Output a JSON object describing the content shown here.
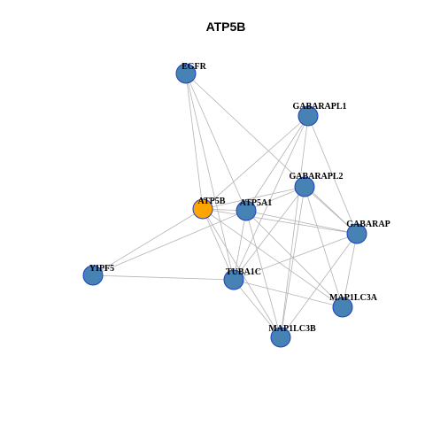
{
  "title": "ATP5B",
  "colors": {
    "focus_node": "#ffa500",
    "node": "#4682b4",
    "node_border": "#1f3fbf",
    "edge": "#b3b3b3"
  },
  "nodes": [
    {
      "id": "EGFR",
      "label": "EGFR",
      "focus": false
    },
    {
      "id": "GABARAPL1",
      "label": "GABARAPL1",
      "focus": false
    },
    {
      "id": "GABARAPL2",
      "label": "GABARAPL2",
      "focus": false
    },
    {
      "id": "ATP5B",
      "label": "ATP5B",
      "focus": true
    },
    {
      "id": "ATP5A1",
      "label": "ATP5A1",
      "focus": false
    },
    {
      "id": "GABARAP",
      "label": "GABARAP",
      "focus": false
    },
    {
      "id": "YIPF5",
      "label": "YIPF5",
      "focus": false
    },
    {
      "id": "TUBA1C",
      "label": "TUBA1C",
      "focus": false
    },
    {
      "id": "MAP1LC3A",
      "label": "MAP1LC3A",
      "focus": false
    },
    {
      "id": "MAP1LC3B",
      "label": "MAP1LC3B",
      "focus": false
    }
  ],
  "edges": [
    [
      "EGFR",
      "ATP5B"
    ],
    [
      "EGFR",
      "ATP5A1"
    ],
    [
      "EGFR",
      "TUBA1C"
    ],
    [
      "EGFR",
      "GABARAP"
    ],
    [
      "GABARAPL1",
      "ATP5B"
    ],
    [
      "GABARAPL1",
      "ATP5A1"
    ],
    [
      "GABARAPL1",
      "TUBA1C"
    ],
    [
      "GABARAPL1",
      "GABARAP"
    ],
    [
      "GABARAPL1",
      "MAP1LC3B"
    ],
    [
      "GABARAPL2",
      "ATP5B"
    ],
    [
      "GABARAPL2",
      "ATP5A1"
    ],
    [
      "GABARAPL2",
      "TUBA1C"
    ],
    [
      "GABARAPL2",
      "GABARAP"
    ],
    [
      "GABARAPL2",
      "MAP1LC3A"
    ],
    [
      "GABARAPL2",
      "MAP1LC3B"
    ],
    [
      "ATP5B",
      "ATP5A1"
    ],
    [
      "ATP5B",
      "GABARAP"
    ],
    [
      "ATP5B",
      "YIPF5"
    ],
    [
      "ATP5B",
      "TUBA1C"
    ],
    [
      "ATP5B",
      "MAP1LC3A"
    ],
    [
      "ATP5B",
      "MAP1LC3B"
    ],
    [
      "ATP5A1",
      "GABARAP"
    ],
    [
      "ATP5A1",
      "YIPF5"
    ],
    [
      "ATP5A1",
      "TUBA1C"
    ],
    [
      "ATP5A1",
      "MAP1LC3A"
    ],
    [
      "ATP5A1",
      "MAP1LC3B"
    ],
    [
      "YIPF5",
      "TUBA1C"
    ],
    [
      "TUBA1C",
      "GABARAP"
    ],
    [
      "TUBA1C",
      "MAP1LC3A"
    ],
    [
      "TUBA1C",
      "MAP1LC3B"
    ],
    [
      "GABARAP",
      "MAP1LC3A"
    ],
    [
      "GABARAP",
      "MAP1LC3B"
    ]
  ]
}
